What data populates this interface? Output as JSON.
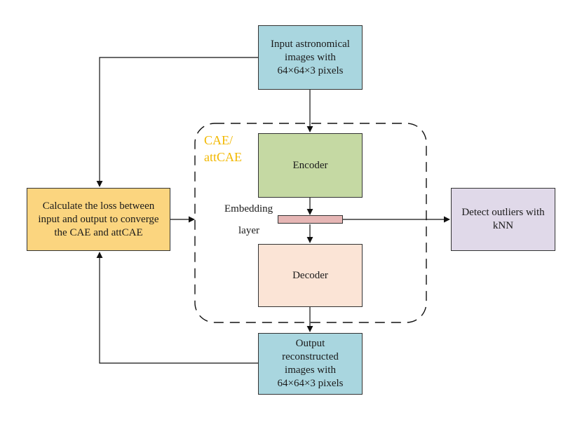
{
  "nodes": {
    "input": {
      "text": "Input astronomical\nimages with\n64×64×3 pixels",
      "fill": "#a9d6df"
    },
    "encoder": {
      "text": "Encoder",
      "fill": "#c5d9a3"
    },
    "decoder": {
      "text": "Decoder",
      "fill": "#fbe4d6"
    },
    "output": {
      "text": "Output\nreconstructed\nimages with\n64×64×3 pixels",
      "fill": "#a9d6df"
    },
    "loss": {
      "text": "Calculate the loss  between\ninput and output to converge\nthe CAE and attCAE",
      "fill": "#fbd57f"
    },
    "detect": {
      "text": "Detect outliers with\nkNN",
      "fill": "#e0d9e9"
    }
  },
  "embedding": {
    "line1": "Embedding",
    "line2": "layer",
    "fill": "#e6b6b5"
  },
  "container": {
    "label": "CAE/\nattCAE",
    "label_color": "#f2b800"
  }
}
